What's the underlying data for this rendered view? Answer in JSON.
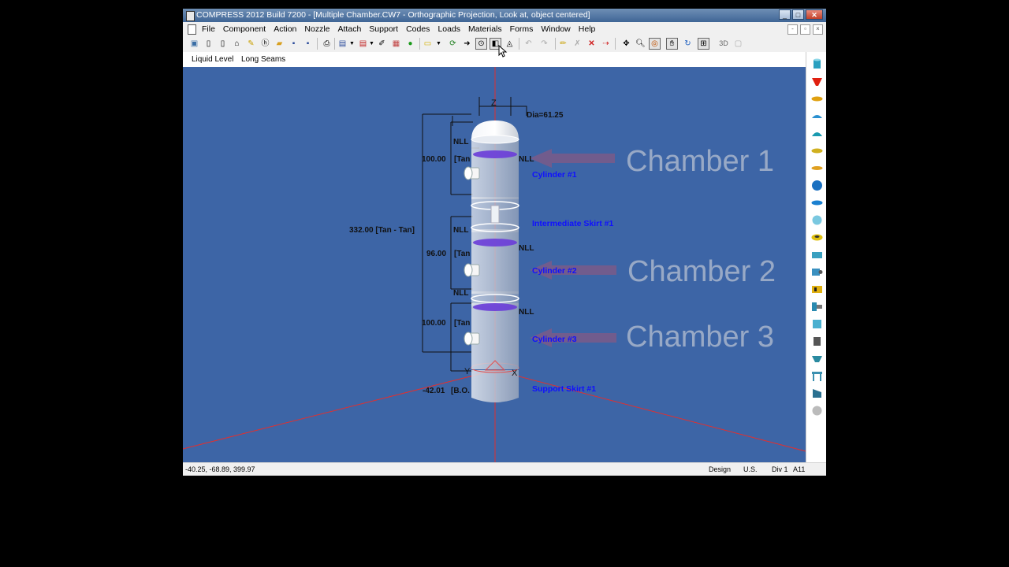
{
  "window": {
    "title": "COMPRESS 2012 Build 7200 - [Multiple Chamber.CW7 - Orthographic Projection, Look at, object centered]",
    "controls": {
      "minimize": "_",
      "maximize": "□",
      "close": "✕"
    },
    "mdi_controls": [
      "-",
      "▫",
      "×"
    ]
  },
  "menu": [
    "File",
    "Component",
    "Action",
    "Nozzle",
    "Attach",
    "Support",
    "Codes",
    "Loads",
    "Materials",
    "Forms",
    "Window",
    "Help"
  ],
  "toolbar": {
    "label_3d": "3D"
  },
  "subtoolbar": {
    "liquid_level": "Liquid Level",
    "long_seams": "Long Seams"
  },
  "viewport": {
    "axis_z": "Z",
    "axis_y": "Y",
    "axis_x": "X",
    "dia_label": "Dia=61.25",
    "overall_dim": "332.00 [Tan - Tan]",
    "dim1": "100.00",
    "dim1_tag": "[Tan",
    "dim2": "96.00",
    "dim2_tag": "[Tan",
    "dim3": "100.00",
    "dim3_tag": "[Tan",
    "skirt_dim": "-42.01",
    "skirt_tag": "[B.O.",
    "nll": "NLL",
    "component_labels": {
      "cylinder1": "Cylinder #1",
      "intermediate_skirt": "Intermediate Skirt #1",
      "cylinder2": "Cylinder #2",
      "cylinder3": "Cylinder #3",
      "support_skirt": "Support Skirt #1"
    },
    "chambers": [
      "Chamber 1",
      "Chamber 2",
      "Chamber 3"
    ],
    "colors": {
      "background": "#3d65a6",
      "label_blue": "#1010ff",
      "axis_red": "#e03030",
      "nll_band": "#6a3cd8",
      "arrow": "#7a5a88"
    }
  },
  "status": {
    "coordinates": "-40.25, -68.89, 399.97",
    "mode": "Design",
    "units": "U.S.",
    "division": "Div 1",
    "code_ref": "A11"
  }
}
